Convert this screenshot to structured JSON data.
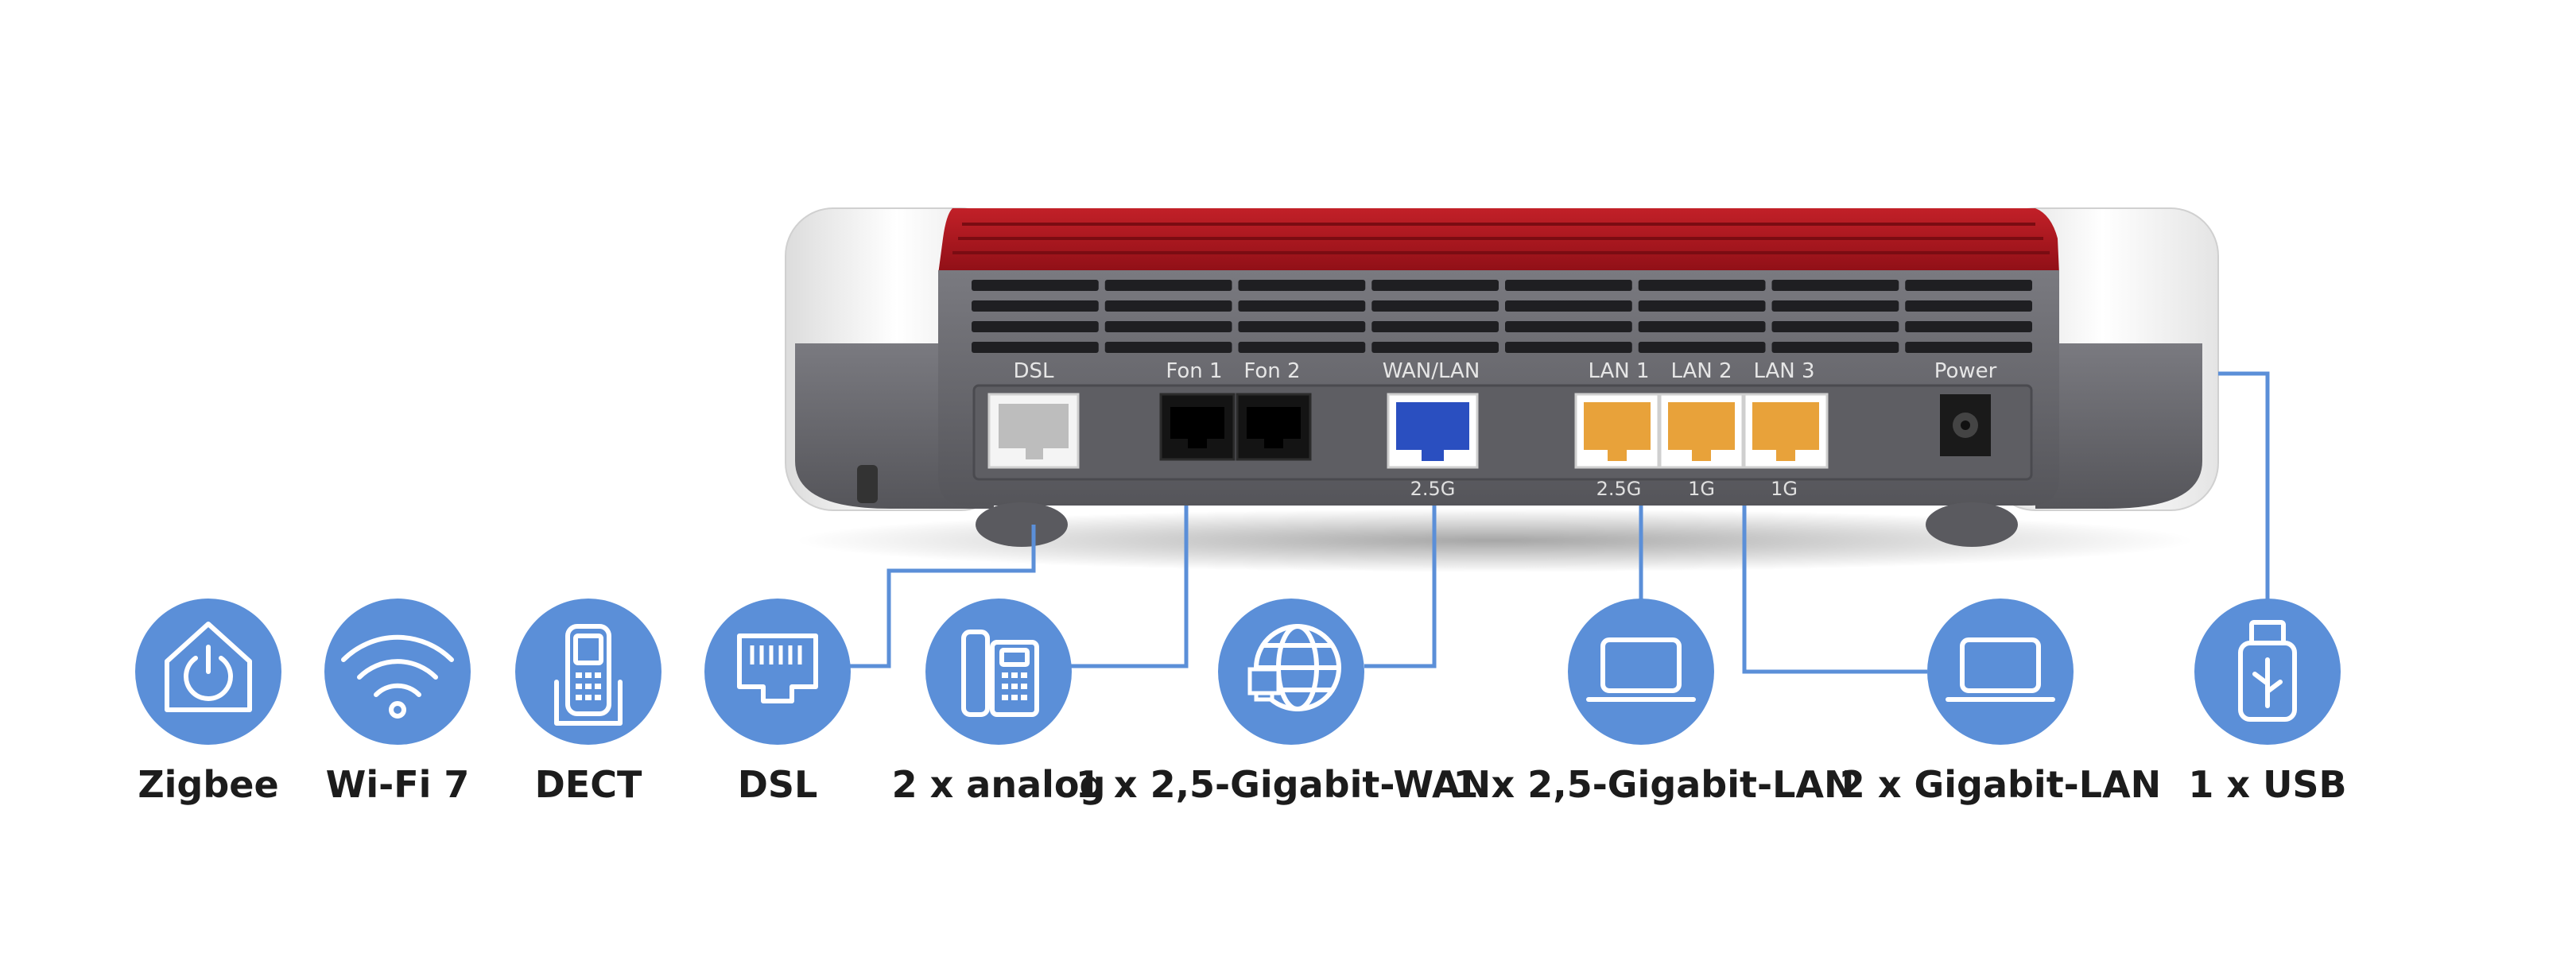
{
  "router": {
    "ports": [
      {
        "key": "dsl",
        "label": "DSL",
        "speed": ""
      },
      {
        "key": "fon1",
        "label": "Fon 1",
        "speed": ""
      },
      {
        "key": "fon2",
        "label": "Fon 2",
        "speed": ""
      },
      {
        "key": "wanlan",
        "label": "WAN/LAN",
        "speed": "2.5G"
      },
      {
        "key": "lan1",
        "label": "LAN 1",
        "speed": "2.5G"
      },
      {
        "key": "lan2",
        "label": "LAN 2",
        "speed": "1G"
      },
      {
        "key": "lan3",
        "label": "LAN 3",
        "speed": "1G"
      },
      {
        "key": "power",
        "label": "Power",
        "speed": ""
      }
    ]
  },
  "features": [
    {
      "key": "zigbee",
      "label": "Zigbee",
      "icon": "smart-home-power-icon"
    },
    {
      "key": "wifi",
      "label": "Wi-Fi 7",
      "icon": "wifi-icon"
    },
    {
      "key": "dect",
      "label": "DECT",
      "icon": "cordless-phone-icon"
    },
    {
      "key": "dsl",
      "label": "DSL",
      "icon": "dsl-port-icon"
    },
    {
      "key": "analog",
      "label": "2 x analog",
      "icon": "desk-phone-icon"
    },
    {
      "key": "wan",
      "label": "1 x 2,5-Gigabit-WAN",
      "icon": "globe-icon"
    },
    {
      "key": "lan25",
      "label": "1 x 2,5-Gigabit-LAN",
      "icon": "laptop-icon"
    },
    {
      "key": "lan1g",
      "label": "2 x Gigabit-LAN",
      "icon": "laptop-icon"
    },
    {
      "key": "usb",
      "label": "1 x USB",
      "icon": "usb-stick-icon"
    }
  ],
  "colors": {
    "accent_blue": "#5b8fd8",
    "router_red": "#a8141c",
    "router_grey": "#6b6b70",
    "lan_orange": "#e8a23a",
    "wan_blue": "#2a4fc0"
  }
}
